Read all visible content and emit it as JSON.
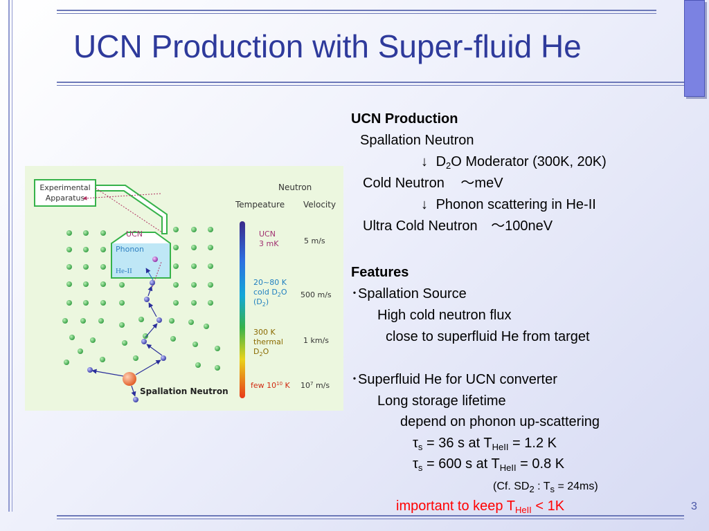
{
  "slide": {
    "title": "UCN Production with Super-fluid He",
    "page_number": "3"
  },
  "production": {
    "heading": "UCN Production",
    "spallation": "Spallation Neutron",
    "arrow1": "↓",
    "moderator_pre": "D",
    "moderator_sub": "2",
    "moderator_post": "O Moderator (300K, 20K)",
    "cold": "Cold Neutron",
    "cold_energy": "～meV",
    "arrow2": "↓",
    "phonon": "Phonon scattering in He-II",
    "ultra": "Ultra Cold Neutron",
    "ultra_energy": "～100neV"
  },
  "features": {
    "heading": "Features",
    "bullet1": "･Spallation Source",
    "flux": "High cold neutron flux",
    "close": "close to superfluid He from  target",
    "bullet2": "･Superfluid He for UCN converter",
    "storage": "Long storage lifetime",
    "depend": "depend on phonon up-scattering",
    "tau": "τ",
    "tau_sub": "s",
    "line1_mid": " = 36 s   at T",
    "heii_sub": "HeII",
    "line1_end": " = 1.2 K",
    "line2_mid": " = 600 s at T",
    "line2_end": " = 0.8 K",
    "cf_pre": "(Cf. SD",
    "cf_sub2": "2",
    "cf_mid": " : T",
    "cf_subs": "s",
    "cf_end": " = 24ms)",
    "important_pre": "important to keep T",
    "important_sub": "HeII",
    "important_end": "  < 1K"
  },
  "figure": {
    "apparatus_line1": "Experimental",
    "apparatus_line2": "Apparatus",
    "neutron": "Neutron",
    "temperature": "Tempeature",
    "velocity": "Velocity",
    "ucn_label": "UCN",
    "phonon_label": "Phonon",
    "heii_label": "He-II",
    "spallation_label": "Spallation Neutron",
    "t1_line1": "UCN",
    "t1_line2": "3 mK",
    "v1": "5 m/s",
    "t2_line1": "20~80 K",
    "t2_line2_pre": "cold D",
    "t2_line2_sub": "2",
    "t2_line2_post": "O",
    "t2_line3_pre": "(D",
    "t2_line3_sub": "2",
    "t2_line3_post": ")",
    "v2": "500 m/s",
    "t3_line1": "300 K",
    "t3_line2": "thermal",
    "t3_line3_pre": "D",
    "t3_line3_sub": "2",
    "t3_line3_post": "O",
    "v3": "1 km/s",
    "t4_pre": "few 10",
    "t4_sup": "10",
    "t4_post": " K",
    "v4_pre": "10",
    "v4_sup": "7",
    "v4_post": " m/s"
  },
  "colors": {
    "title": "#2e3a9b",
    "accent_rule": "#6c78b8",
    "emphasis": "#ff0000"
  }
}
